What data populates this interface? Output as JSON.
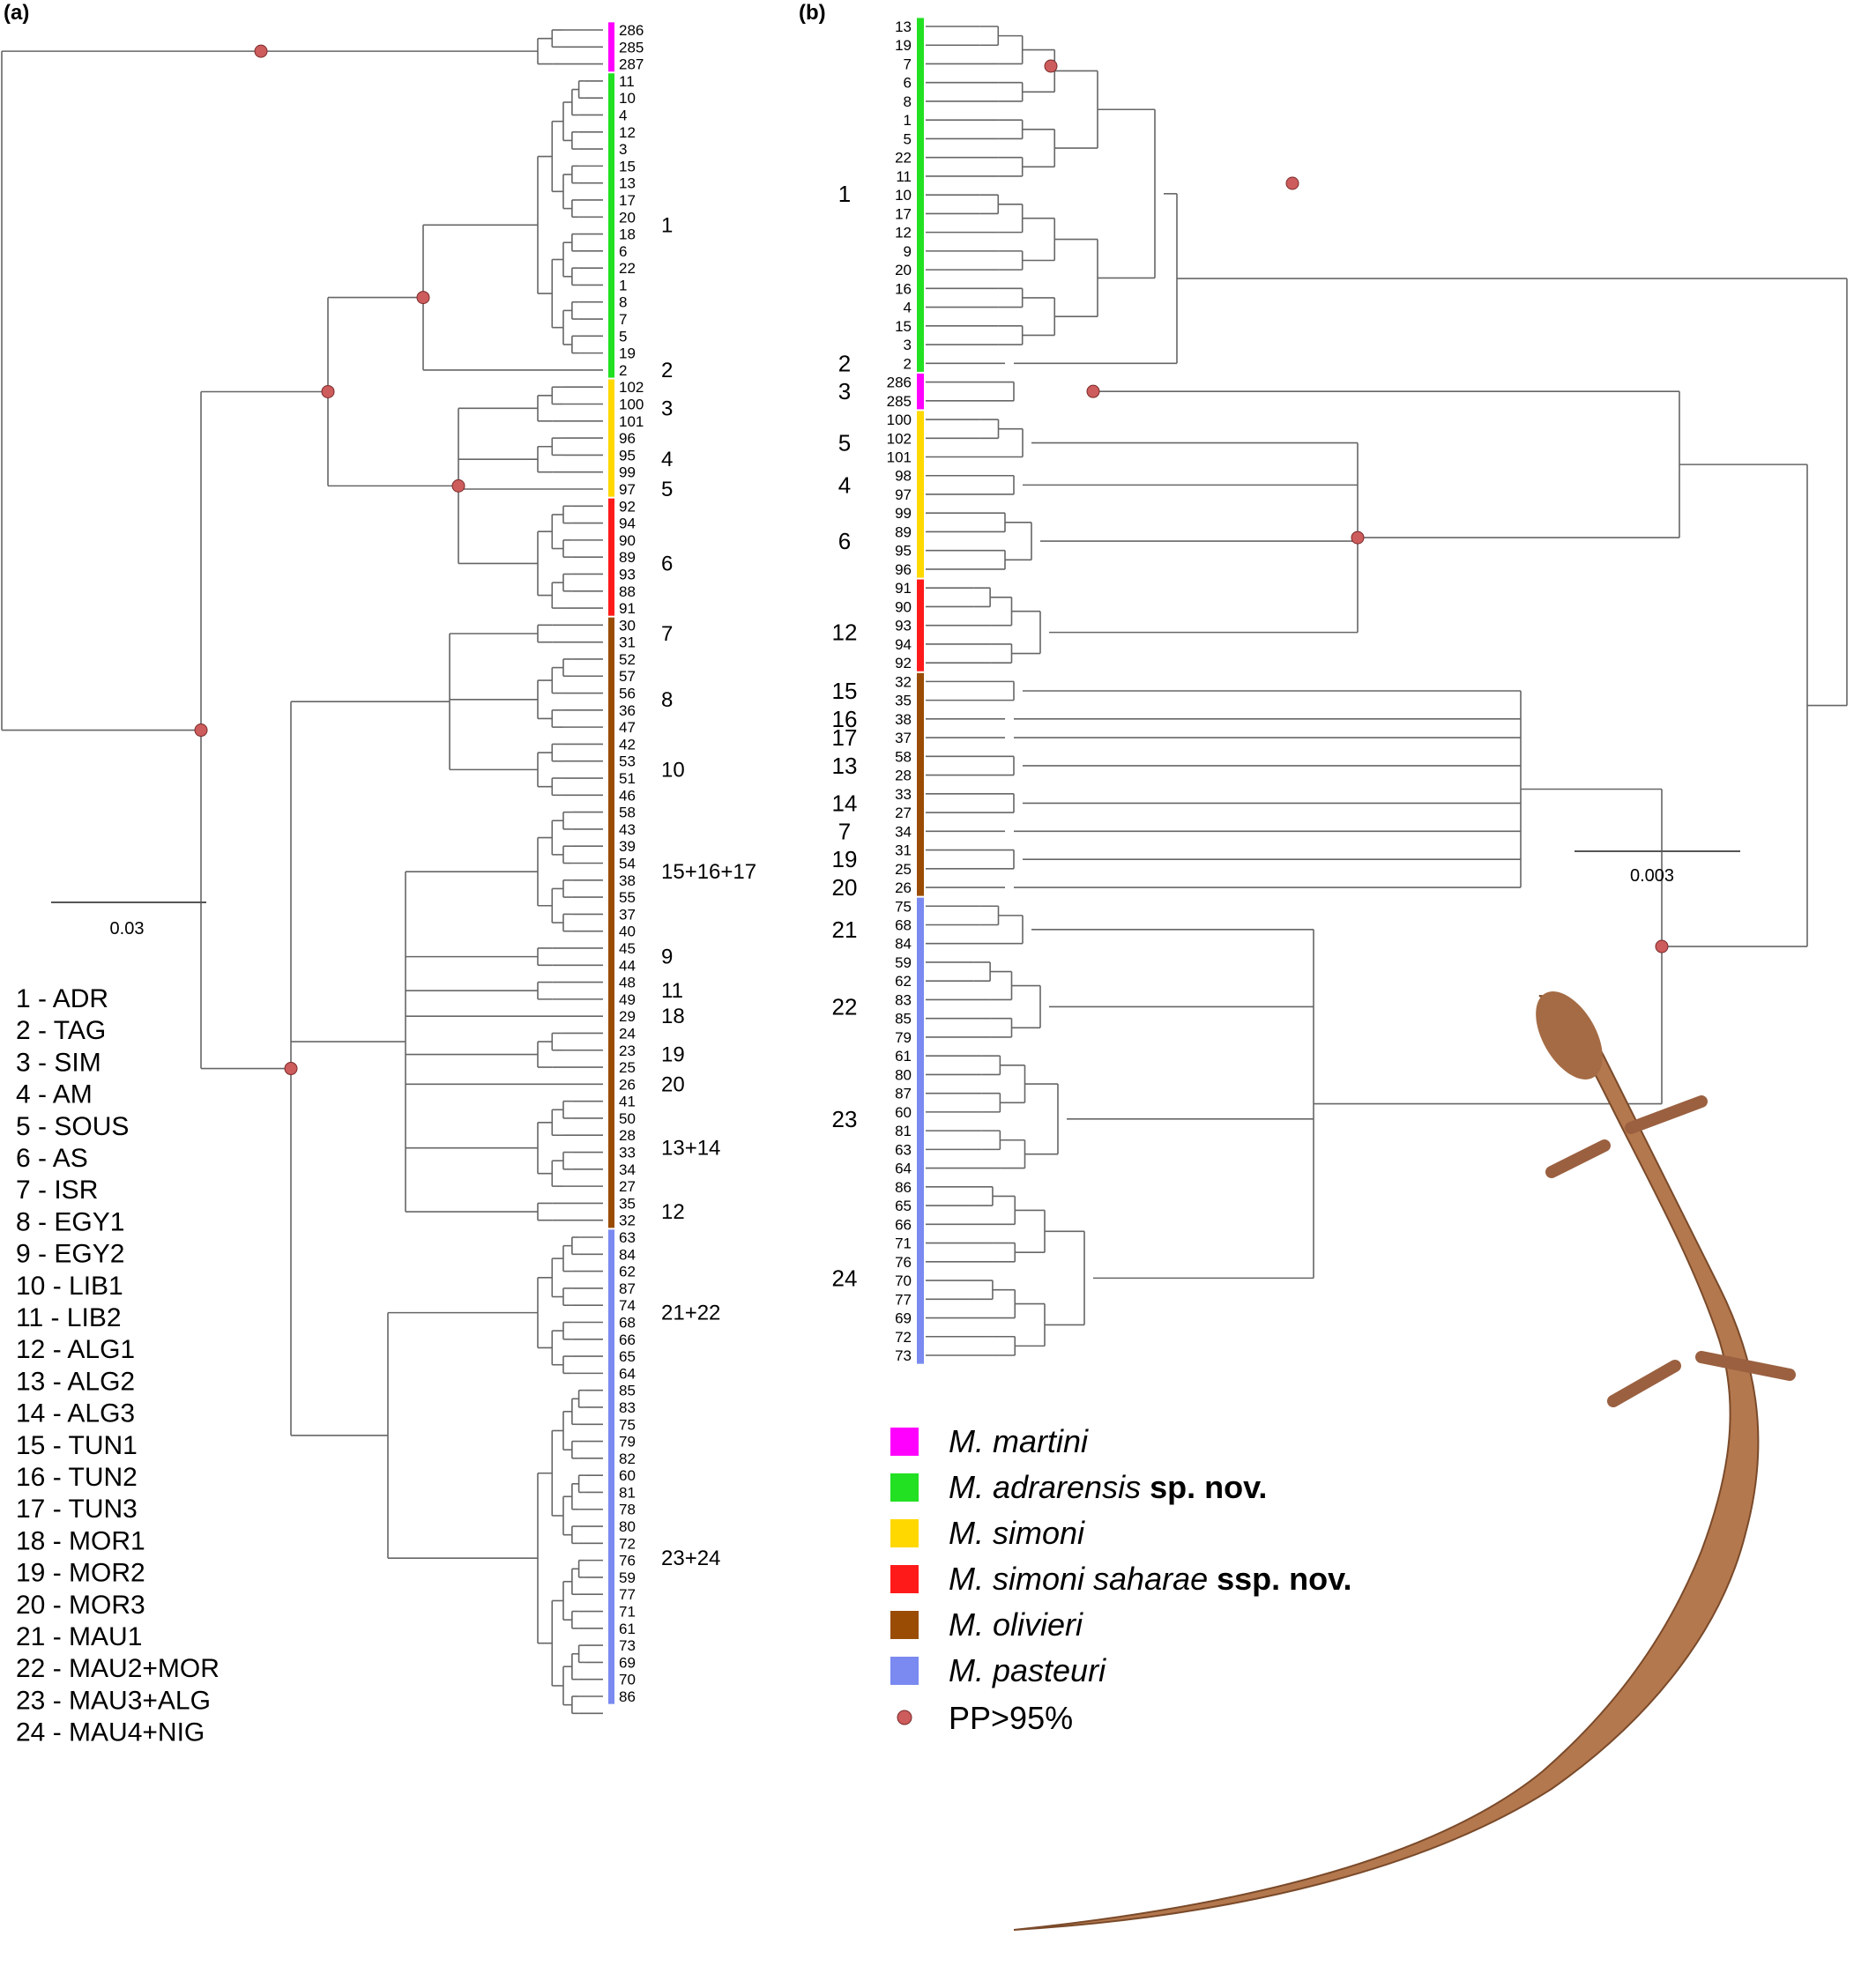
{
  "colors": {
    "martini": "#ff00ff",
    "adrarensis": "#22e022",
    "simoni": "#ffd800",
    "saharae": "#ff1a1a",
    "olivieri": "#9a4c04",
    "pasteuri": "#7a8af0",
    "node": "#cd5c5c",
    "branch": "#666666"
  },
  "panel_a": {
    "label": "(a)",
    "scale_label": "0.03",
    "tips": [
      {
        "label": "286",
        "c": "martini"
      },
      {
        "label": "285",
        "c": "martini"
      },
      {
        "label": "287",
        "c": "martini"
      },
      {
        "label": "11",
        "c": "adrarensis"
      },
      {
        "label": "10",
        "c": "adrarensis"
      },
      {
        "label": "4",
        "c": "adrarensis"
      },
      {
        "label": "12",
        "c": "adrarensis"
      },
      {
        "label": "3",
        "c": "adrarensis"
      },
      {
        "label": "15",
        "c": "adrarensis"
      },
      {
        "label": "13",
        "c": "adrarensis"
      },
      {
        "label": "17",
        "c": "adrarensis"
      },
      {
        "label": "20",
        "c": "adrarensis"
      },
      {
        "label": "18",
        "c": "adrarensis"
      },
      {
        "label": "6",
        "c": "adrarensis"
      },
      {
        "label": "22",
        "c": "adrarensis"
      },
      {
        "label": "1",
        "c": "adrarensis"
      },
      {
        "label": "8",
        "c": "adrarensis"
      },
      {
        "label": "7",
        "c": "adrarensis"
      },
      {
        "label": "5",
        "c": "adrarensis"
      },
      {
        "label": "19",
        "c": "adrarensis"
      },
      {
        "label": "2",
        "c": "adrarensis"
      },
      {
        "label": "102",
        "c": "simoni"
      },
      {
        "label": "100",
        "c": "simoni"
      },
      {
        "label": "101",
        "c": "simoni"
      },
      {
        "label": "96",
        "c": "simoni"
      },
      {
        "label": "95",
        "c": "simoni"
      },
      {
        "label": "99",
        "c": "simoni"
      },
      {
        "label": "97",
        "c": "simoni"
      },
      {
        "label": "92",
        "c": "saharae"
      },
      {
        "label": "94",
        "c": "saharae"
      },
      {
        "label": "90",
        "c": "saharae"
      },
      {
        "label": "89",
        "c": "saharae"
      },
      {
        "label": "93",
        "c": "saharae"
      },
      {
        "label": "88",
        "c": "saharae"
      },
      {
        "label": "91",
        "c": "saharae"
      },
      {
        "label": "30",
        "c": "olivieri"
      },
      {
        "label": "31",
        "c": "olivieri"
      },
      {
        "label": "52",
        "c": "olivieri"
      },
      {
        "label": "57",
        "c": "olivieri"
      },
      {
        "label": "56",
        "c": "olivieri"
      },
      {
        "label": "36",
        "c": "olivieri"
      },
      {
        "label": "47",
        "c": "olivieri"
      },
      {
        "label": "42",
        "c": "olivieri"
      },
      {
        "label": "53",
        "c": "olivieri"
      },
      {
        "label": "51",
        "c": "olivieri"
      },
      {
        "label": "46",
        "c": "olivieri"
      },
      {
        "label": "58",
        "c": "olivieri"
      },
      {
        "label": "43",
        "c": "olivieri"
      },
      {
        "label": "39",
        "c": "olivieri"
      },
      {
        "label": "54",
        "c": "olivieri"
      },
      {
        "label": "38",
        "c": "olivieri"
      },
      {
        "label": "55",
        "c": "olivieri"
      },
      {
        "label": "37",
        "c": "olivieri"
      },
      {
        "label": "40",
        "c": "olivieri"
      },
      {
        "label": "45",
        "c": "olivieri"
      },
      {
        "label": "44",
        "c": "olivieri"
      },
      {
        "label": "48",
        "c": "olivieri"
      },
      {
        "label": "49",
        "c": "olivieri"
      },
      {
        "label": "29",
        "c": "olivieri"
      },
      {
        "label": "24",
        "c": "olivieri"
      },
      {
        "label": "23",
        "c": "olivieri"
      },
      {
        "label": "25",
        "c": "olivieri"
      },
      {
        "label": "26",
        "c": "olivieri"
      },
      {
        "label": "41",
        "c": "olivieri"
      },
      {
        "label": "50",
        "c": "olivieri"
      },
      {
        "label": "28",
        "c": "olivieri"
      },
      {
        "label": "33",
        "c": "olivieri"
      },
      {
        "label": "34",
        "c": "olivieri"
      },
      {
        "label": "27",
        "c": "olivieri"
      },
      {
        "label": "35",
        "c": "olivieri"
      },
      {
        "label": "32",
        "c": "olivieri"
      },
      {
        "label": "63",
        "c": "pasteuri"
      },
      {
        "label": "84",
        "c": "pasteuri"
      },
      {
        "label": "62",
        "c": "pasteuri"
      },
      {
        "label": "87",
        "c": "pasteuri"
      },
      {
        "label": "74",
        "c": "pasteuri"
      },
      {
        "label": "68",
        "c": "pasteuri"
      },
      {
        "label": "66",
        "c": "pasteuri"
      },
      {
        "label": "65",
        "c": "pasteuri"
      },
      {
        "label": "64",
        "c": "pasteuri"
      },
      {
        "label": "85",
        "c": "pasteuri"
      },
      {
        "label": "83",
        "c": "pasteuri"
      },
      {
        "label": "75",
        "c": "pasteuri"
      },
      {
        "label": "79",
        "c": "pasteuri"
      },
      {
        "label": "82",
        "c": "pasteuri"
      },
      {
        "label": "60",
        "c": "pasteuri"
      },
      {
        "label": "81",
        "c": "pasteuri"
      },
      {
        "label": "78",
        "c": "pasteuri"
      },
      {
        "label": "80",
        "c": "pasteuri"
      },
      {
        "label": "72",
        "c": "pasteuri"
      },
      {
        "label": "76",
        "c": "pasteuri"
      },
      {
        "label": "59",
        "c": "pasteuri"
      },
      {
        "label": "77",
        "c": "pasteuri"
      },
      {
        "label": "71",
        "c": "pasteuri"
      },
      {
        "label": "61",
        "c": "pasteuri"
      },
      {
        "label": "73",
        "c": "pasteuri"
      },
      {
        "label": "69",
        "c": "pasteuri"
      },
      {
        "label": "70",
        "c": "pasteuri"
      },
      {
        "label": "86",
        "c": "pasteuri"
      }
    ],
    "clade_labels": [
      "1",
      "2",
      "3",
      "4",
      "5",
      "6",
      "7",
      "8",
      "10",
      "15+16+17",
      "9",
      "11",
      "18",
      "19",
      "20",
      "13+14",
      "12",
      "21+22",
      "23+24"
    ],
    "lineage_list": [
      "1 - ADR",
      "2 - TAG",
      "3 - SIM",
      "4 - AM",
      "5 - SOUS",
      "6 - AS",
      "7 - ISR",
      "8 - EGY1",
      "9 - EGY2",
      "10 - LIB1",
      "11 - LIB2",
      "12 - ALG1",
      "13 - ALG2",
      "14 - ALG3",
      "15 - TUN1",
      "16 - TUN2",
      "17 - TUN3",
      "18 - MOR1",
      "19 - MOR2",
      "20 - MOR3",
      "21 - MAU1",
      "22 - MAU2+MOR",
      "23 - MAU3+ALG",
      "24 - MAU4+NIG"
    ]
  },
  "panel_b": {
    "label": "(b)",
    "scale_label": "0.003",
    "tips": [
      {
        "label": "13",
        "c": "adrarensis"
      },
      {
        "label": "19",
        "c": "adrarensis"
      },
      {
        "label": "7",
        "c": "adrarensis"
      },
      {
        "label": "6",
        "c": "adrarensis"
      },
      {
        "label": "8",
        "c": "adrarensis"
      },
      {
        "label": "1",
        "c": "adrarensis"
      },
      {
        "label": "5",
        "c": "adrarensis"
      },
      {
        "label": "22",
        "c": "adrarensis"
      },
      {
        "label": "11",
        "c": "adrarensis"
      },
      {
        "label": "10",
        "c": "adrarensis"
      },
      {
        "label": "17",
        "c": "adrarensis"
      },
      {
        "label": "12",
        "c": "adrarensis"
      },
      {
        "label": "9",
        "c": "adrarensis"
      },
      {
        "label": "20",
        "c": "adrarensis"
      },
      {
        "label": "16",
        "c": "adrarensis"
      },
      {
        "label": "4",
        "c": "adrarensis"
      },
      {
        "label": "15",
        "c": "adrarensis"
      },
      {
        "label": "3",
        "c": "adrarensis"
      },
      {
        "label": "2",
        "c": "adrarensis"
      },
      {
        "label": "286",
        "c": "martini"
      },
      {
        "label": "285",
        "c": "martini"
      },
      {
        "label": "100",
        "c": "simoni"
      },
      {
        "label": "102",
        "c": "simoni"
      },
      {
        "label": "101",
        "c": "simoni"
      },
      {
        "label": "98",
        "c": "simoni"
      },
      {
        "label": "97",
        "c": "simoni"
      },
      {
        "label": "99",
        "c": "simoni"
      },
      {
        "label": "89",
        "c": "simoni"
      },
      {
        "label": "95",
        "c": "simoni"
      },
      {
        "label": "96",
        "c": "simoni"
      },
      {
        "label": "91",
        "c": "saharae"
      },
      {
        "label": "90",
        "c": "saharae"
      },
      {
        "label": "93",
        "c": "saharae"
      },
      {
        "label": "94",
        "c": "saharae"
      },
      {
        "label": "92",
        "c": "saharae"
      },
      {
        "label": "32",
        "c": "olivieri"
      },
      {
        "label": "35",
        "c": "olivieri"
      },
      {
        "label": "38",
        "c": "olivieri"
      },
      {
        "label": "37",
        "c": "olivieri"
      },
      {
        "label": "58",
        "c": "olivieri"
      },
      {
        "label": "28",
        "c": "olivieri"
      },
      {
        "label": "33",
        "c": "olivieri"
      },
      {
        "label": "27",
        "c": "olivieri"
      },
      {
        "label": "34",
        "c": "olivieri"
      },
      {
        "label": "31",
        "c": "olivieri"
      },
      {
        "label": "25",
        "c": "olivieri"
      },
      {
        "label": "26",
        "c": "olivieri"
      },
      {
        "label": "75",
        "c": "pasteuri"
      },
      {
        "label": "68",
        "c": "pasteuri"
      },
      {
        "label": "84",
        "c": "pasteuri"
      },
      {
        "label": "59",
        "c": "pasteuri"
      },
      {
        "label": "62",
        "c": "pasteuri"
      },
      {
        "label": "83",
        "c": "pasteuri"
      },
      {
        "label": "85",
        "c": "pasteuri"
      },
      {
        "label": "79",
        "c": "pasteuri"
      },
      {
        "label": "61",
        "c": "pasteuri"
      },
      {
        "label": "80",
        "c": "pasteuri"
      },
      {
        "label": "87",
        "c": "pasteuri"
      },
      {
        "label": "60",
        "c": "pasteuri"
      },
      {
        "label": "81",
        "c": "pasteuri"
      },
      {
        "label": "63",
        "c": "pasteuri"
      },
      {
        "label": "64",
        "c": "pasteuri"
      },
      {
        "label": "86",
        "c": "pasteuri"
      },
      {
        "label": "65",
        "c": "pasteuri"
      },
      {
        "label": "66",
        "c": "pasteuri"
      },
      {
        "label": "71",
        "c": "pasteuri"
      },
      {
        "label": "76",
        "c": "pasteuri"
      },
      {
        "label": "70",
        "c": "pasteuri"
      },
      {
        "label": "77",
        "c": "pasteuri"
      },
      {
        "label": "69",
        "c": "pasteuri"
      },
      {
        "label": "72",
        "c": "pasteuri"
      },
      {
        "label": "73",
        "c": "pasteuri"
      }
    ],
    "clade_labels": [
      "1",
      "2",
      "3",
      "5",
      "4",
      "6",
      "12",
      "15",
      "16",
      "17",
      "13",
      "14",
      "7",
      "19",
      "20",
      "21",
      "22",
      "23",
      "24"
    ]
  },
  "legend": [
    {
      "species": "M. martini",
      "suffix": "",
      "color": "martini"
    },
    {
      "species": "M. adrarensis",
      "suffix": " sp. nov.",
      "color": "adrarensis"
    },
    {
      "species": "M. simoni",
      "suffix": "",
      "color": "simoni"
    },
    {
      "species": "M. simoni saharae",
      "suffix": " ssp. nov.",
      "color": "saharae"
    },
    {
      "species": "M. olivieri",
      "suffix": "",
      "color": "olivieri"
    },
    {
      "species": "M. pasteuri",
      "suffix": "",
      "color": "pasteuri"
    }
  ],
  "legend_node": "PP>95%"
}
